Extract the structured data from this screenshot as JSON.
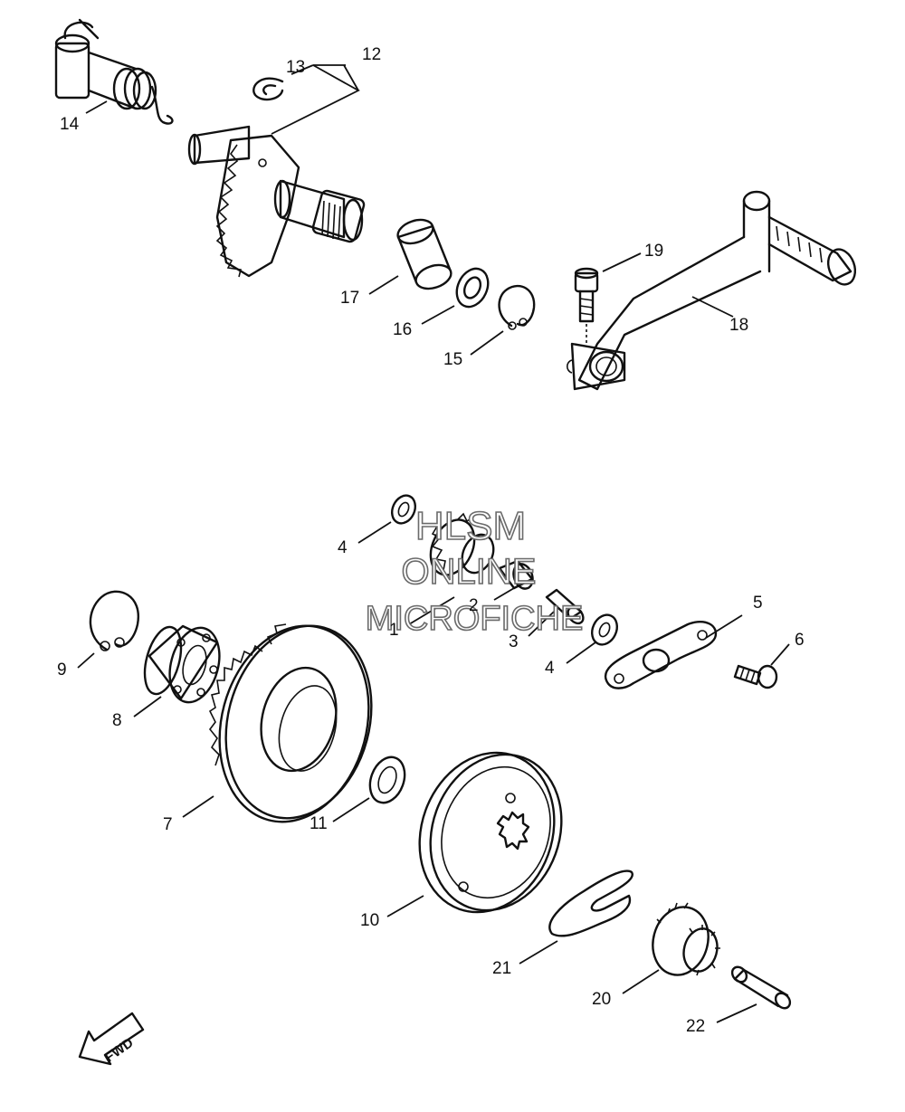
{
  "diagram": {
    "callouts": [
      {
        "ref": "1",
        "label": "1"
      },
      {
        "ref": "2",
        "label": "2"
      },
      {
        "ref": "3",
        "label": "3"
      },
      {
        "ref": "4a",
        "label": "4"
      },
      {
        "ref": "4b",
        "label": "4"
      },
      {
        "ref": "5",
        "label": "5"
      },
      {
        "ref": "6",
        "label": "6"
      },
      {
        "ref": "7",
        "label": "7"
      },
      {
        "ref": "8",
        "label": "8"
      },
      {
        "ref": "9",
        "label": "9"
      },
      {
        "ref": "10",
        "label": "10"
      },
      {
        "ref": "11",
        "label": "11"
      },
      {
        "ref": "12",
        "label": "12"
      },
      {
        "ref": "13",
        "label": "13"
      },
      {
        "ref": "14",
        "label": "14"
      },
      {
        "ref": "15",
        "label": "15"
      },
      {
        "ref": "16",
        "label": "16"
      },
      {
        "ref": "17",
        "label": "17"
      },
      {
        "ref": "18",
        "label": "18"
      },
      {
        "ref": "19",
        "label": "19"
      },
      {
        "ref": "20",
        "label": "20"
      },
      {
        "ref": "21",
        "label": "21"
      },
      {
        "ref": "22",
        "label": "22"
      }
    ],
    "watermark": {
      "line1": "HLSM",
      "line2": "ONLINE",
      "line3": "MICROFICHE",
      "color": "#6a6a6a"
    },
    "fwd_arrow": {
      "label": "FWD"
    }
  }
}
